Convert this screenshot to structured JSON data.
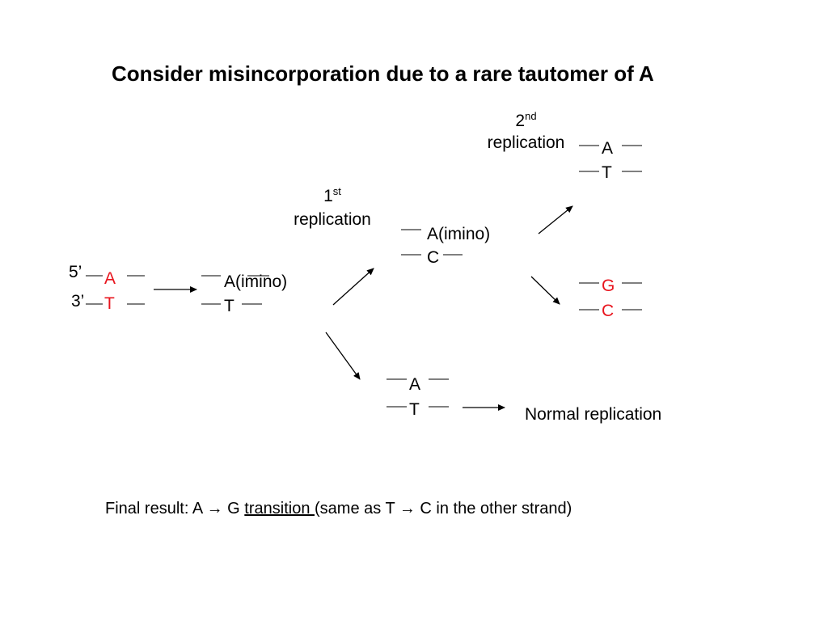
{
  "title": "Consider misincorporation due to a rare tautomer of A",
  "labels": {
    "first_rep_num": "1",
    "first_rep_sup": "st",
    "first_rep_word": "replication",
    "second_rep_num": "2",
    "second_rep_sup": "nd",
    "second_rep_word": "replication",
    "normal_replication": "Normal replication"
  },
  "strand_ends": {
    "five_prime": "5’",
    "three_prime": "3’"
  },
  "pairs": {
    "start": {
      "top": "A",
      "bottom": "T"
    },
    "tautomer": {
      "top": "A(imino)",
      "bottom": "T"
    },
    "first_up": {
      "top": "A(imino)",
      "bottom": "C"
    },
    "first_down": {
      "top": "A",
      "bottom": "T"
    },
    "second_up": {
      "top": "A",
      "bottom": "T"
    },
    "second_down": {
      "top": "G",
      "bottom": "C"
    }
  },
  "final": {
    "prefix": "Final result: A ",
    "arrow1": "→",
    "mid": " G ",
    "underlined": "transition ",
    "suffix_a": "(same as T ",
    "arrow2": "→",
    "suffix_b": " C in the other strand)"
  },
  "colors": {
    "highlight": "#e8141d",
    "text": "#000000"
  }
}
